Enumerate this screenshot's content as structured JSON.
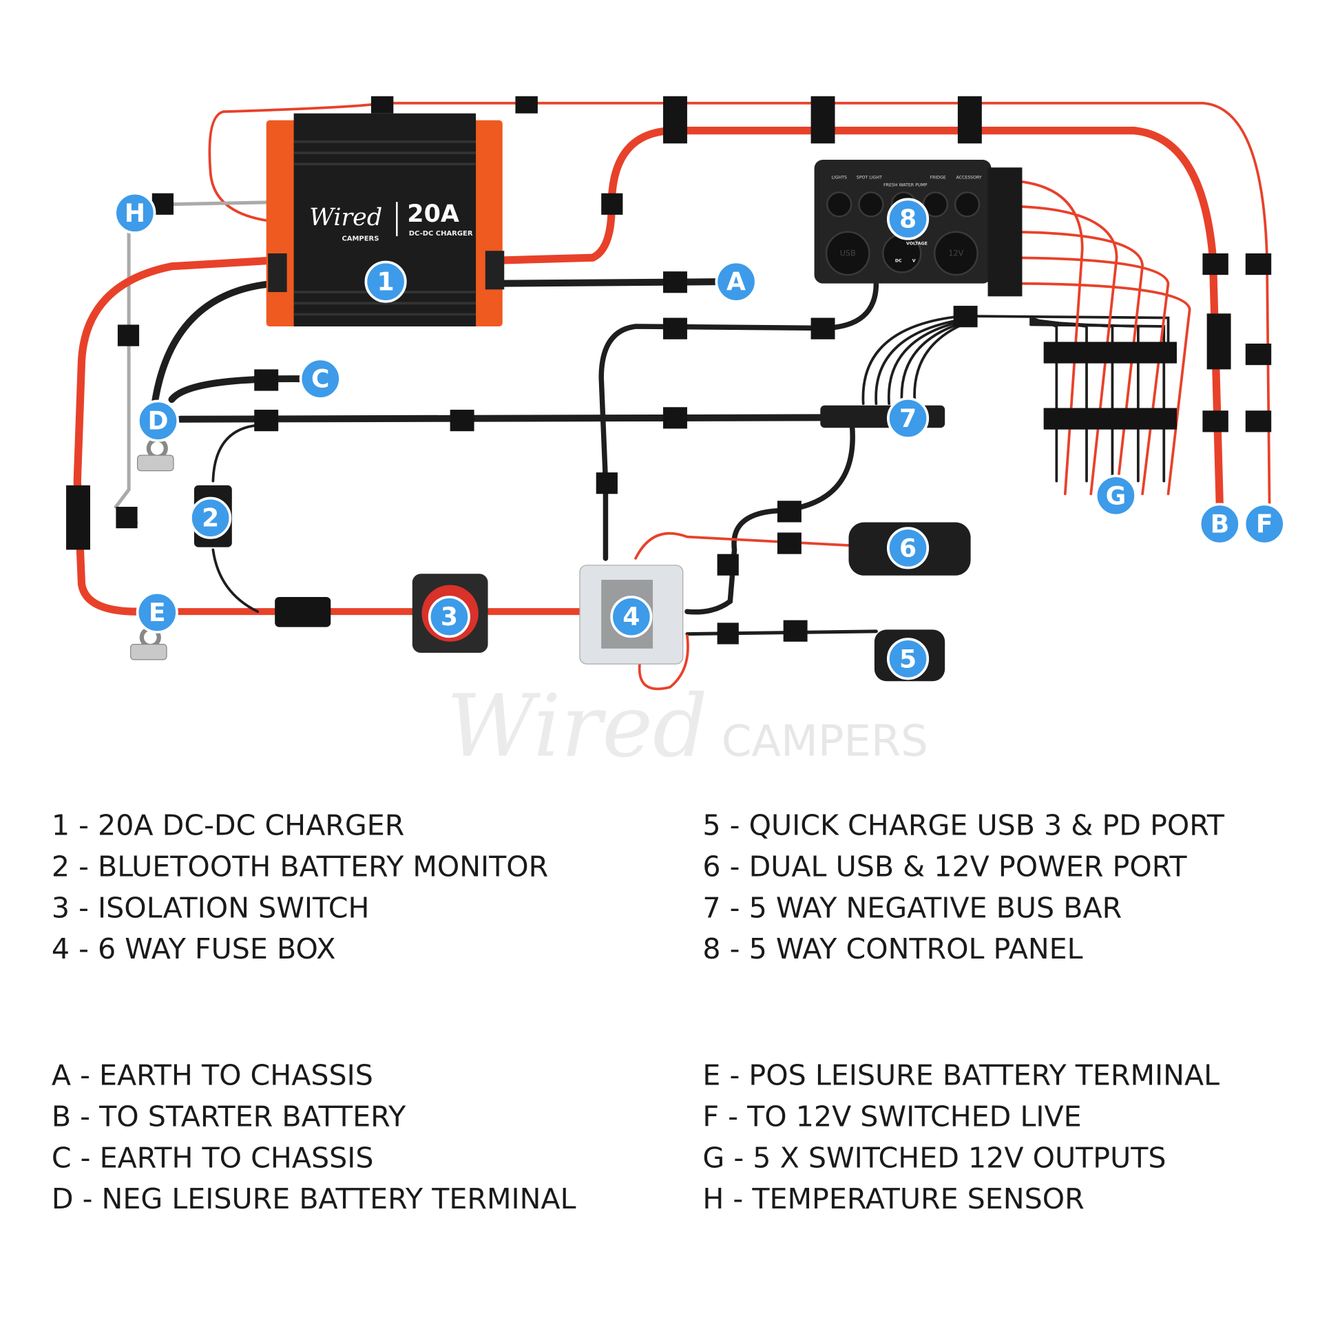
{
  "watermark": {
    "brand": "Wired",
    "sub": "CAMPERS"
  },
  "charger": {
    "brand": "Wired",
    "brand_sub": "CAMPERS",
    "rating": "20A",
    "type": "DC-DC CHARGER"
  },
  "control_panel": {
    "switches": [
      "LIGHTS",
      "SPOT LIGHT",
      "FRESH WATER PUMP",
      "FRIDGE",
      "ACCESSORY"
    ],
    "left_socket": "USB",
    "meter_label": "VOLTAGE",
    "meter_dc": "DC",
    "meter_v": "V",
    "right_socket": "12V"
  },
  "badges": {
    "n1": "1",
    "n2": "2",
    "n3": "3",
    "n4": "4",
    "n5": "5",
    "n6": "6",
    "n7": "7",
    "n8": "8",
    "A": "A",
    "B": "B",
    "C": "C",
    "D": "D",
    "E": "E",
    "F": "F",
    "G": "G",
    "H": "H"
  },
  "badge_color": "#3d9be9",
  "legend_components": {
    "left": [
      "1 - 20A DC-DC CHARGER",
      "2 - BLUETOOTH BATTERY MONITOR",
      "3 - ISOLATION SWITCH",
      "4 - 6 WAY FUSE BOX"
    ],
    "right": [
      "5 - QUICK CHARGE USB 3 & PD PORT",
      "6 - DUAL USB & 12V POWER PORT",
      "7 - 5 WAY NEGATIVE BUS BAR",
      "8 - 5 WAY CONTROL PANEL"
    ]
  },
  "legend_connections": {
    "left": [
      "A - EARTH TO CHASSIS",
      "B - TO STARTER BATTERY",
      "C - EARTH TO CHASSIS",
      "D - NEG LEISURE BATTERY TERMINAL"
    ],
    "right": [
      "E - POS LEISURE BATTERY TERMINAL",
      "F - TO 12V SWITCHED LIVE",
      "G - 5 X SWITCHED 12V OUTPUTS",
      "H - TEMPERATURE SENSOR"
    ]
  }
}
